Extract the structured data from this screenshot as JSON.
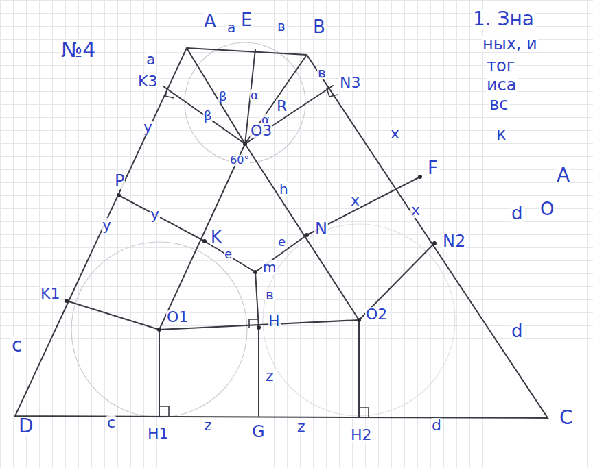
{
  "diagram": {
    "labels": [
      "№4",
      "A",
      "a",
      "E",
      "в",
      "B",
      "a",
      "K3",
      "в",
      "N3",
      "β",
      "β",
      "α",
      "α",
      "R",
      "O3",
      "60°",
      "y",
      "P",
      "y",
      "y",
      "K",
      "e",
      "e",
      "N",
      "x",
      "x",
      "x",
      "F",
      "h",
      "N2",
      "K1",
      "m",
      "в",
      "O1",
      "H",
      "O2",
      "z",
      "c",
      "d",
      "D",
      "c",
      "H1",
      "z",
      "G",
      "z",
      "H2",
      "d",
      "C",
      "1. Зна",
      "ных, и",
      "тог",
      "иса",
      "вс",
      "к",
      "А",
      "d",
      "О"
    ]
  }
}
